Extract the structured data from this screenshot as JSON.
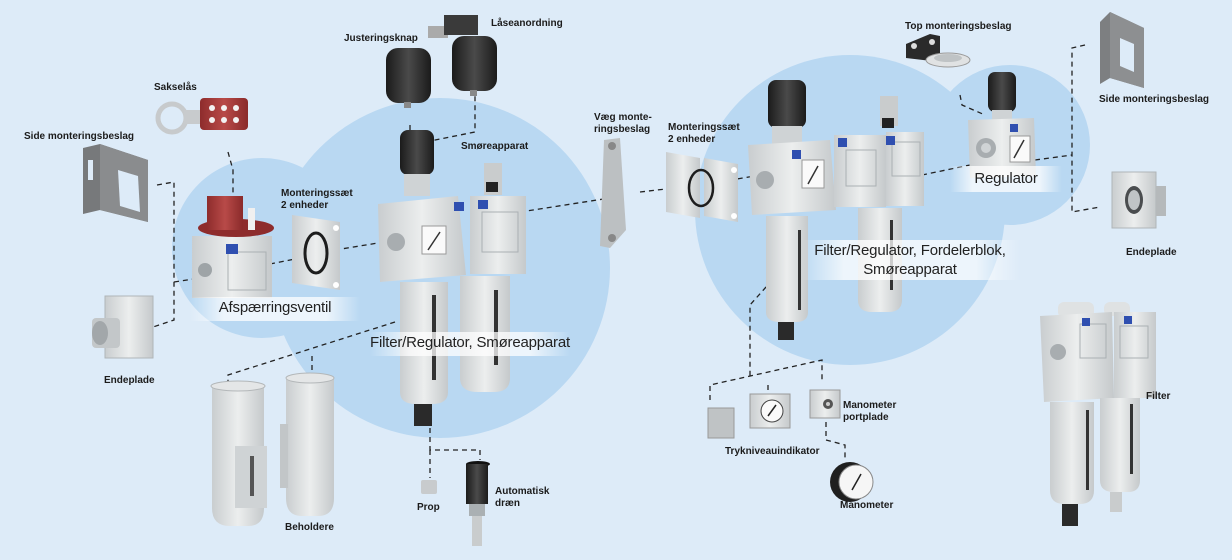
{
  "colors": {
    "background": "#ddebf8",
    "circle": "#b9d8f2",
    "body_grey": "#d9dcdc",
    "knob_black": "#2a2a2a",
    "lock_red": "#a83a3a",
    "logo_blue": "#2f4fb0"
  },
  "groups": {
    "shutoff_valve": {
      "title": "Afspærringsventil"
    },
    "filter_regulator_lubricator": {
      "title": "Filter/Regulator, Smøreapparat"
    },
    "filter_regulator_manifold_lubricator": {
      "title_line1": "Filter/Regulator, Fordelerblok,",
      "title_line2": "Smøreapparat"
    },
    "regulator": {
      "title": "Regulator"
    }
  },
  "labels": {
    "side_bracket_left": "Side monteringsbeslag",
    "padlock_hasp": "Sakselås",
    "adjusting_knob": "Justeringsknap",
    "locking_device": "Låseanordning",
    "mounting_kit_left_line1": "Monteringssæt",
    "mounting_kit_left_line2": "2 enheder",
    "lubricator": "Smøreapparat",
    "end_plate_left": "Endeplade",
    "bowls": "Beholdere",
    "plug": "Prop",
    "auto_drain_line1": "Automatisk",
    "auto_drain_line2": "dræn",
    "wall_bracket_line1": "Væg monte-",
    "wall_bracket_line2": "ringsbeslag",
    "mounting_kit_right_line1": "Monteringssæt",
    "mounting_kit_right_line2": "2 enheder",
    "top_bracket": "Top monteringsbeslag",
    "side_bracket_right": "Side monteringsbeslag",
    "end_plate_right": "Endeplade",
    "pressure_indicator": "Trykniveauindikator",
    "gauge_port_plate_line1": "Manometer",
    "gauge_port_plate_line2": "portplade",
    "gauge": "Manometer",
    "filter": "Filter"
  }
}
